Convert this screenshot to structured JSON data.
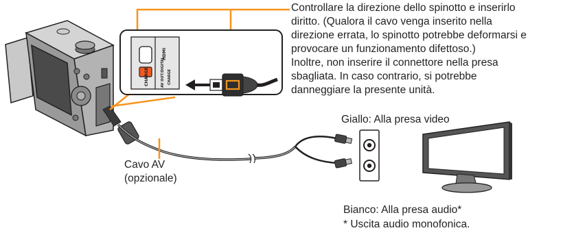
{
  "instruction_lines": [
    "Controllare la direzione dello spinotto e inserirlo",
    "diritto. (Qualora il cavo venga inserito nella",
    "direzione errata, lo spinotto potrebbe deformarsi e",
    "provocare un funzionamento difettoso.)",
    "Inoltre, non inserire il connettore nella presa",
    "sbagliata. In caso contrario, si potrebbe",
    "danneggiare la presente unità."
  ],
  "labels": {
    "yellow": "Giallo: Alla presa video",
    "cable_line1": "Cavo AV",
    "cable_line2": "(opzionale)",
    "white": "Bianco: Alla presa audio*",
    "note": "* Uscita audio monofonica."
  },
  "port_labels": {
    "hdmi": "HDMI",
    "charge_left": "CHARGE",
    "av_out": "AV OUT/DIGITAL",
    "charge_right": "CHARGE"
  },
  "colors": {
    "callout_line": "#f7941d",
    "port_highlight": "#f15a22",
    "text": "#231f20"
  },
  "icons": [
    "camera-illustration",
    "av-cable-illustration",
    "tv-monitor-icon",
    "jack-panel-icon",
    "arrow-left-icon"
  ]
}
